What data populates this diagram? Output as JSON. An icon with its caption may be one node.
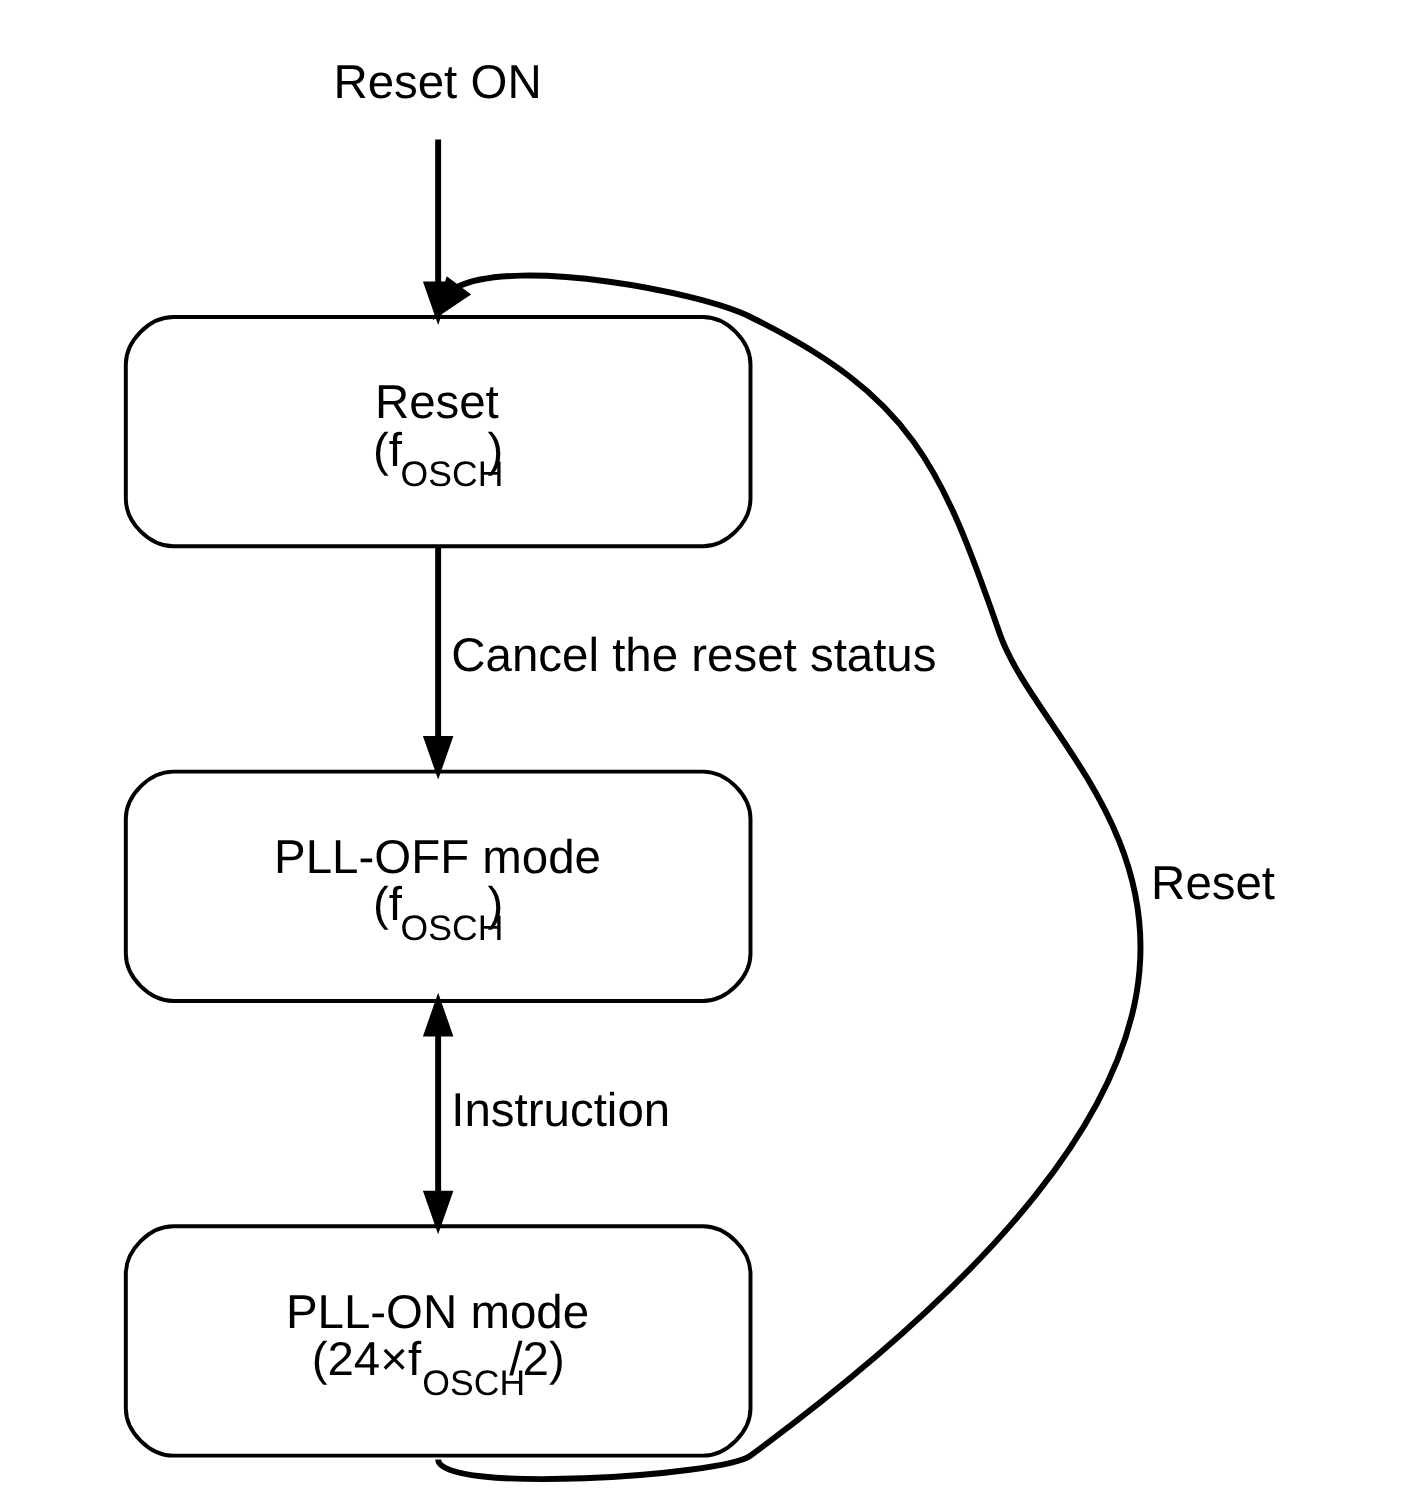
{
  "diagram": {
    "nodes": [
      {
        "text": [
          "Reset ON"
        ]
      },
      {
        "text": [
          "Reset",
          "(f$_{OSCH}$)"
        ]
      },
      {
        "text": [
          "PLL-OFF mode",
          "(f$_{OSCH}$)"
        ]
      },
      {
        "text": [
          "PLL-ON mode",
          "(24×f$_{OSCH}$/2)"
        ]
      }
    ],
    "edges": [
      {
        "from": 0,
        "to": 1,
        "arrow": "to"
      },
      {
        "from": 1,
        "to": 2,
        "arrow": "to",
        "label": "Cancel the reset status"
      },
      {
        "from": 2,
        "to": 3,
        "arrow": "both",
        "label": "Instruction"
      },
      {
        "from": 3,
        "to": 1,
        "arrow": "to",
        "label": "Reset"
      }
    ]
  }
}
